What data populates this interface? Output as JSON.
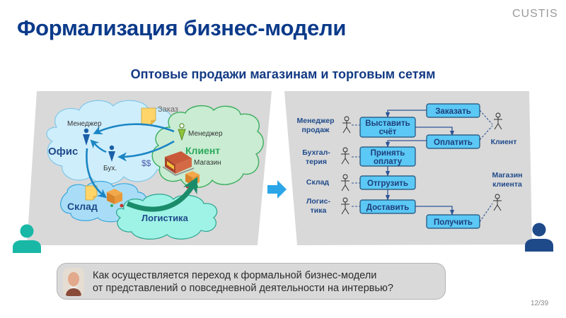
{
  "slide": {
    "title": "Формализация бизнес-модели",
    "logo": "CUSTIS",
    "subtitle": "Оптовые продажи магазинам и торговым сетям",
    "page_number": "12/39"
  },
  "colors": {
    "title": "#0b3a8a",
    "panel": "#d9d9d9",
    "box_fill": "#5bc8f5",
    "box_stroke": "#1f4e79",
    "flow_arrow": "#2e5597",
    "transition_arrow": "#2aa6e8",
    "analyst_person": "#19b8a6",
    "client_person": "#1f4a8a",
    "office_cloud": "#cfeefc",
    "client_cloud": "#c9ecd2",
    "logistics_cloud": "#9ff3e6"
  },
  "left_diagram": {
    "clouds": {
      "office": "Офис",
      "client": "Клиент",
      "warehouse": "Склад",
      "logistics": "Логистика"
    },
    "labels": {
      "office_manager": "Менеджер",
      "accountant": "Бух.",
      "client_manager": "Менеджер",
      "shop": "Магазин",
      "order": "Заказ",
      "money": "$$"
    }
  },
  "right_diagram": {
    "actors": {
      "sales_manager": "Менеджер продаж",
      "sales_manager_lines": [
        "Менеджер",
        "продаж"
      ],
      "accounting_lines": [
        "Бухгал-",
        "терия"
      ],
      "warehouse": "Склад",
      "logistics_lines": [
        "Логис-",
        "тика"
      ],
      "client": "Клиент",
      "client_shop_lines": [
        "Магазин",
        "клиента"
      ]
    },
    "activities": {
      "order": "Заказать",
      "invoice_lines": [
        "Выставить",
        "счёт"
      ],
      "pay": "Оплатить",
      "accept_payment_lines": [
        "Принять",
        "оплату"
      ],
      "ship": "Отгрузить",
      "deliver": "Доставить",
      "receive": "Получить"
    }
  },
  "question": {
    "line1": "Как осуществляется переход к формальной бизнес-модели",
    "line2": "от представлений о повседневной деятельности на интервью?"
  }
}
